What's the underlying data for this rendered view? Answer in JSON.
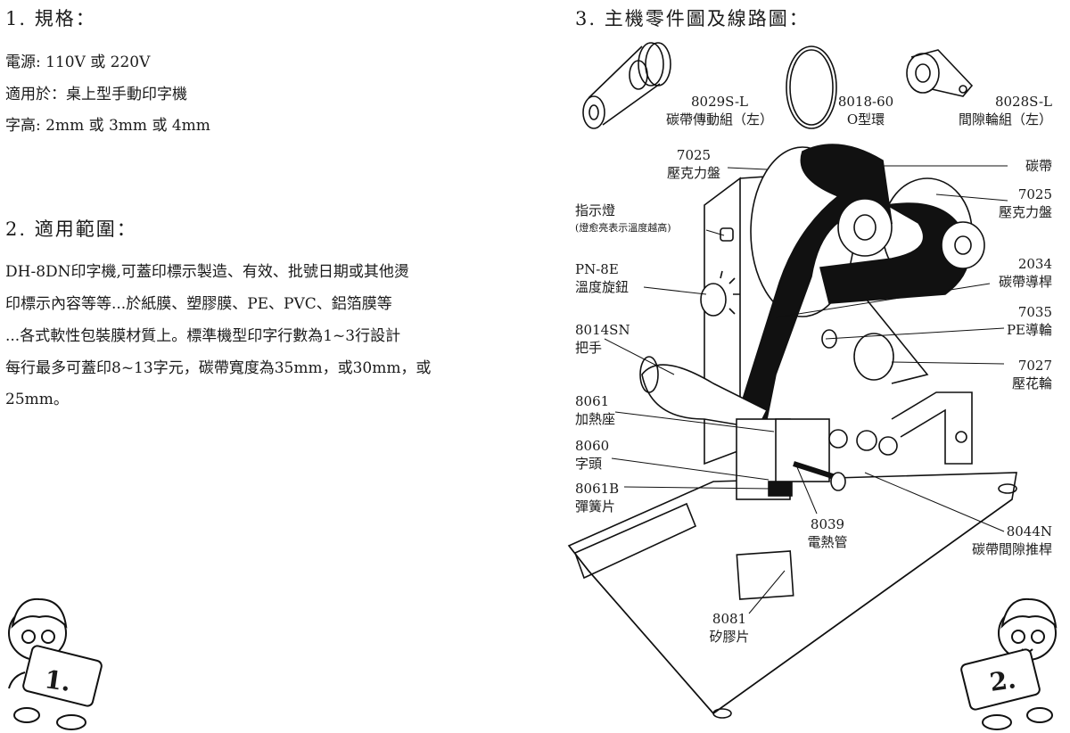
{
  "left": {
    "section1": {
      "heading": "1. 規格：",
      "specs": [
        "電源: 110V 或 220V",
        "適用於：桌上型手動印字機",
        "字高: 2mm 或 3mm 或 4mm"
      ]
    },
    "section2": {
      "heading": "2. 適用範圍：",
      "lines": [
        "DH-8DN印字機,可蓋印標示製造、有效、批號日期或其他燙",
        "印標示內容等等...於紙膜、塑膠膜、PE、PVC、鋁箔膜等",
        "...各式軟性包裝膜材質上。標準機型印字行數為1~3行設計",
        "每行最多可蓋印8~13字元，碳帶寬度為35mm，或30mm，或",
        "25mm。"
      ]
    },
    "mascot_number": "1."
  },
  "right": {
    "heading": "3. 主機零件圖及線路圖：",
    "mascot_number": "2.",
    "top_parts": [
      {
        "code": "8029S-L",
        "name": "碳帶傳動組（左）"
      },
      {
        "code": "8018-60",
        "name": "O型環"
      },
      {
        "code": "8028S-L",
        "name": "間隙輪組（左）"
      }
    ],
    "left_labels": [
      {
        "code": "7025",
        "name": "壓克力盤"
      },
      {
        "code": "指示燈",
        "name": "(燈愈亮表示溫度越高)"
      },
      {
        "code": "PN-8E",
        "name": "溫度旋鈕"
      },
      {
        "code": "8014SN",
        "name": "把手"
      },
      {
        "code": "8061",
        "name": "加熱座"
      },
      {
        "code": "8060",
        "name": "字頭"
      },
      {
        "code": "8061B",
        "name": "彈簧片"
      }
    ],
    "right_labels": [
      {
        "code": "",
        "name": "碳帶"
      },
      {
        "code": "7025",
        "name": "壓克力盤"
      },
      {
        "code": "2034",
        "name": "碳帶導桿"
      },
      {
        "code": "7035",
        "name": "PE導輪"
      },
      {
        "code": "7027",
        "name": "壓花輪"
      },
      {
        "code": "8044N",
        "name": "碳帶間隙推桿"
      }
    ],
    "bottom_labels": [
      {
        "code": "8039",
        "name": "電熱管"
      },
      {
        "code": "8081",
        "name": "矽膠片"
      }
    ]
  }
}
